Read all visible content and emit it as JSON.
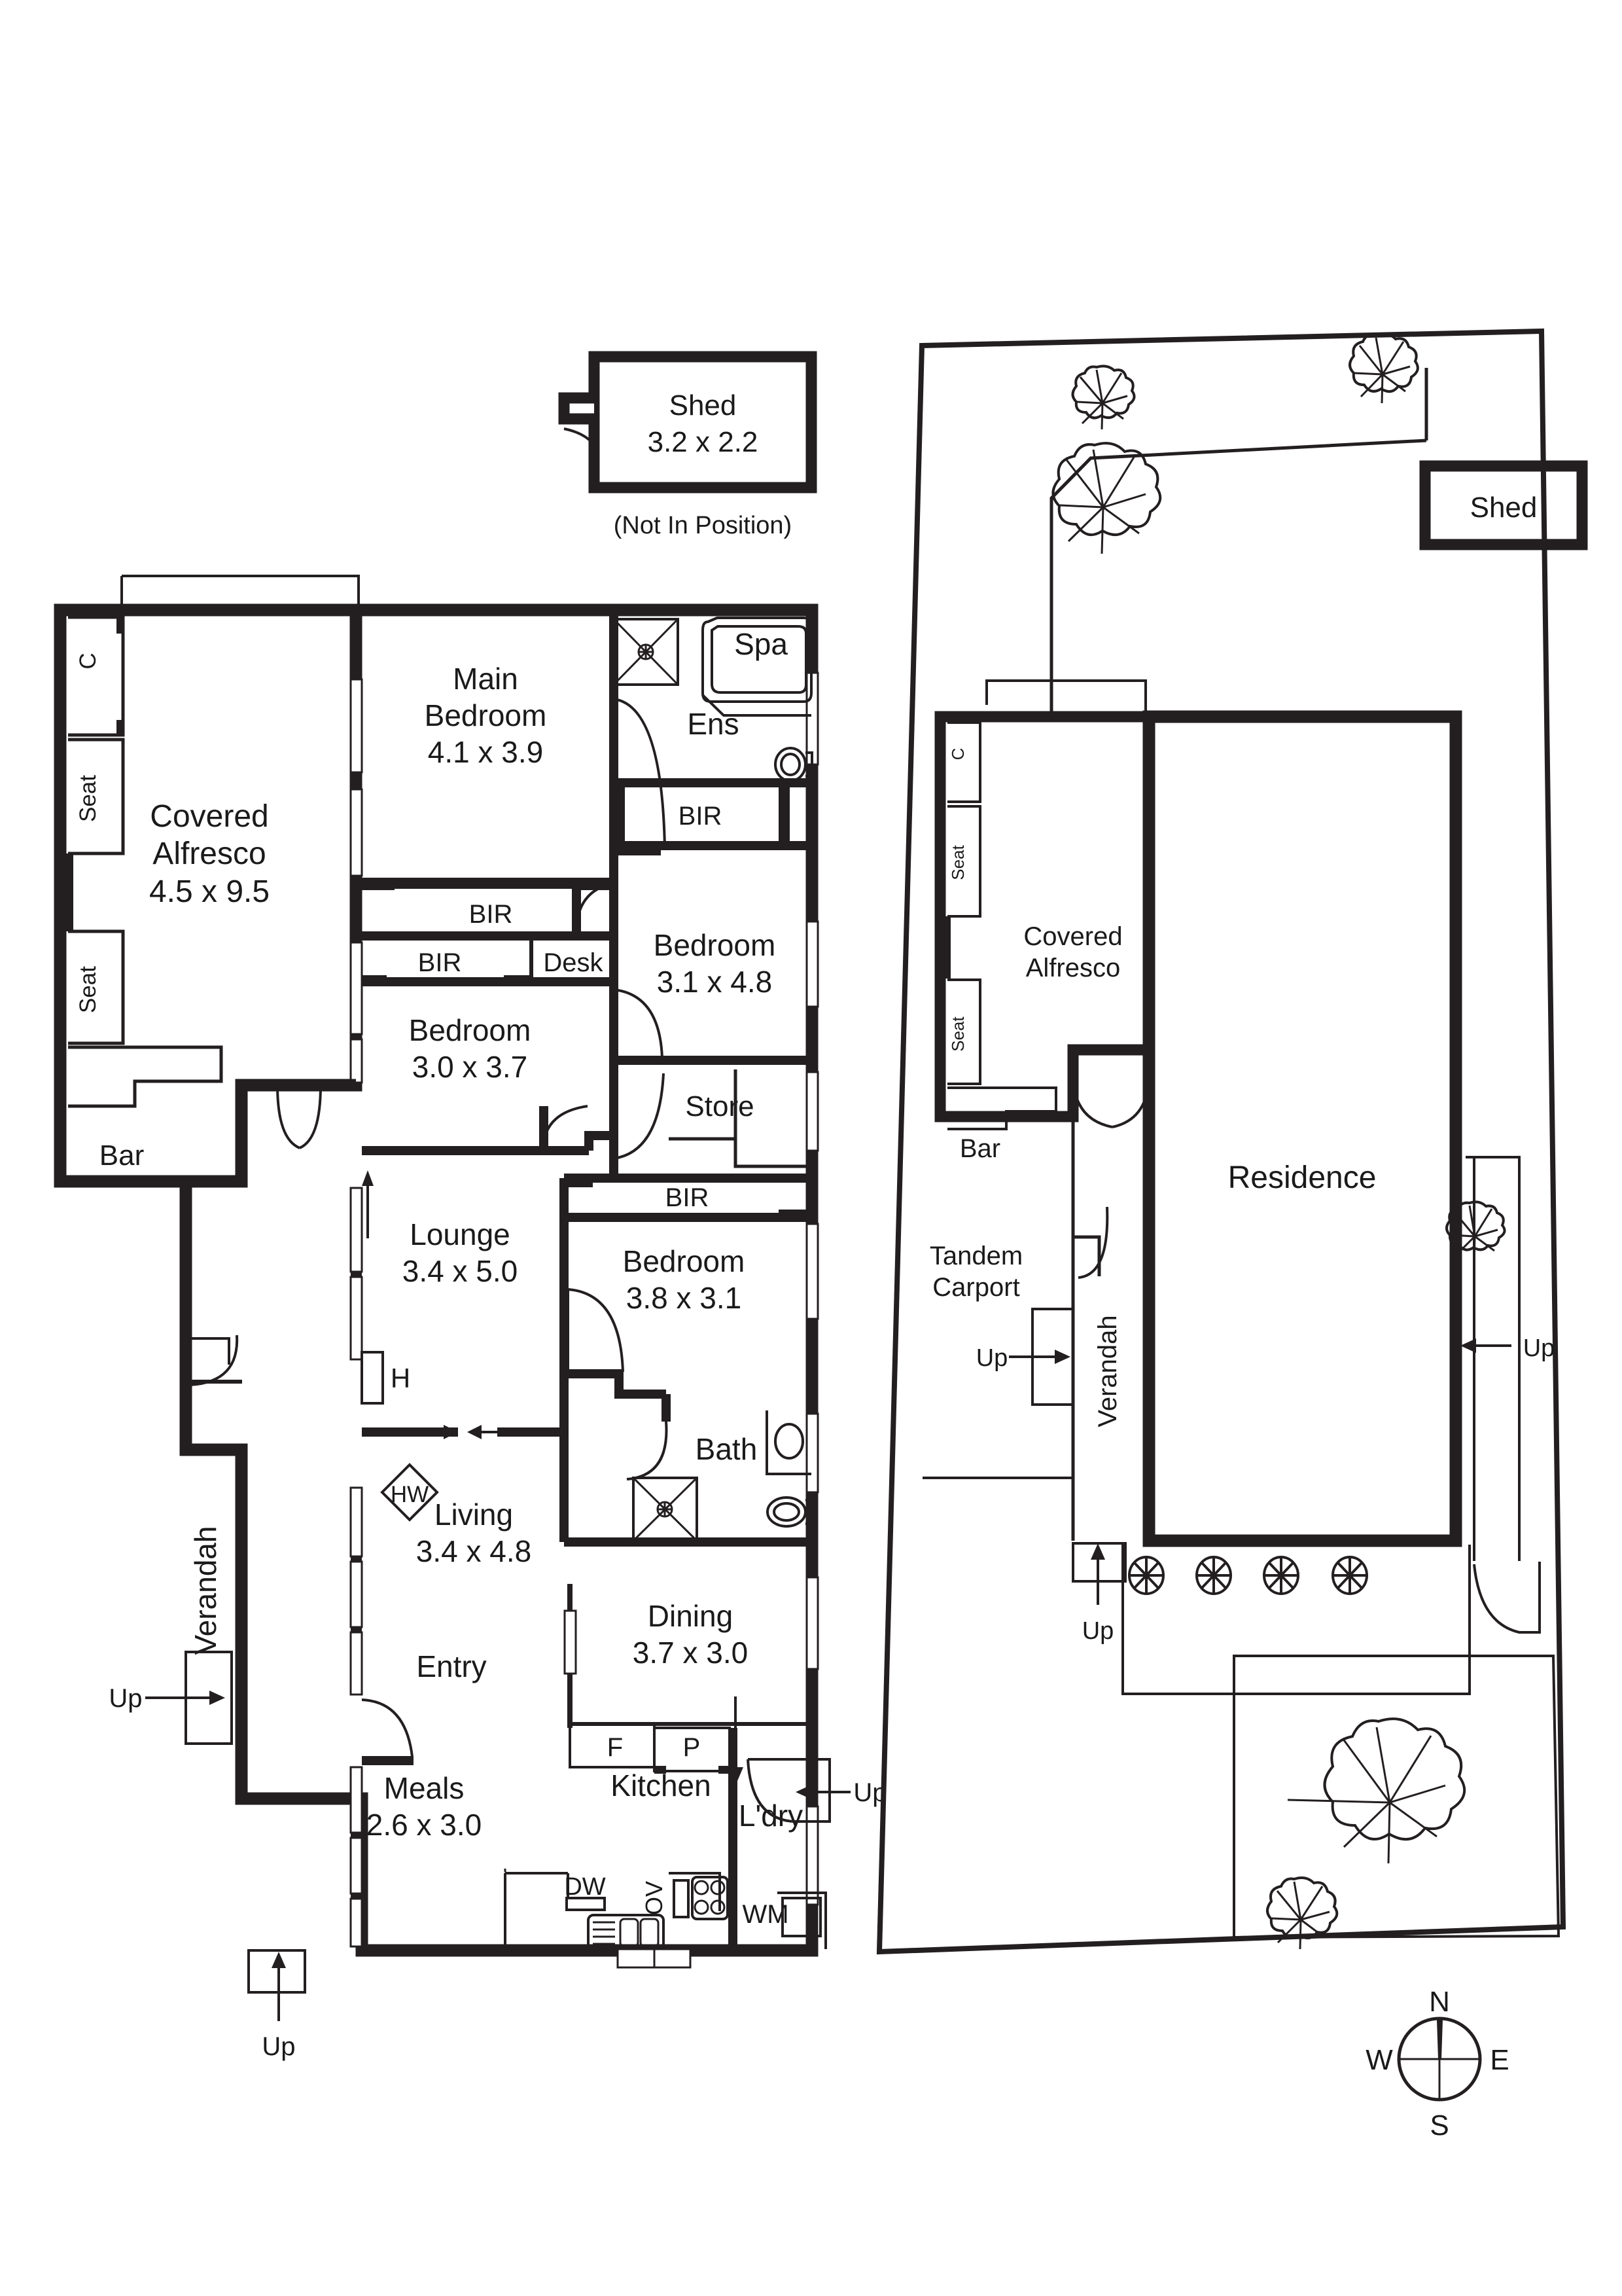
{
  "document": {
    "type": "residential-floor-plan",
    "panels": [
      "floor-plan",
      "site-plan"
    ]
  },
  "detached_shed": {
    "name": "Shed",
    "dimensions": "3.2 x 2.2",
    "note": "(Not In Position)"
  },
  "floor_plan": {
    "rooms": [
      {
        "key": "covered_alfresco",
        "name": "Covered Alfresco",
        "dimensions": "4.5 x 9.5"
      },
      {
        "key": "main_bedroom",
        "name": "Main Bedroom",
        "dimensions": "4.1 x 3.9"
      },
      {
        "key": "ensuite",
        "name": "Ens",
        "dimensions": ""
      },
      {
        "key": "spa",
        "name": "Spa",
        "dimensions": ""
      },
      {
        "key": "bedroom_2",
        "name": "Bedroom",
        "dimensions": "3.1 x 4.8"
      },
      {
        "key": "bedroom_3",
        "name": "Bedroom",
        "dimensions": "3.0 x 3.7"
      },
      {
        "key": "bedroom_4",
        "name": "Bedroom",
        "dimensions": "3.8 x 3.1"
      },
      {
        "key": "lounge",
        "name": "Lounge",
        "dimensions": "3.4 x 5.0"
      },
      {
        "key": "living",
        "name": "Living",
        "dimensions": "3.4 x 4.8"
      },
      {
        "key": "dining",
        "name": "Dining",
        "dimensions": "3.7 x 3.0"
      },
      {
        "key": "meals",
        "name": "Meals",
        "dimensions": "2.6 x 3.0"
      },
      {
        "key": "kitchen",
        "name": "Kitchen",
        "dimensions": ""
      },
      {
        "key": "bath",
        "name": "Bath",
        "dimensions": ""
      },
      {
        "key": "laundry",
        "name": "L'dry",
        "dimensions": ""
      },
      {
        "key": "store",
        "name": "Store",
        "dimensions": ""
      },
      {
        "key": "entry",
        "name": "Entry",
        "dimensions": ""
      },
      {
        "key": "verandah",
        "name": "Verandah",
        "dimensions": ""
      }
    ],
    "fixtures": {
      "cupboard": "C",
      "seat_upper": "Seat",
      "seat_lower": "Seat",
      "bar": "Bar",
      "bir_main": "BIR",
      "bir_ens": "BIR",
      "bir_bed3_upper": "BIR",
      "bir_bed3_lower": "BIR",
      "desk": "Desk",
      "bir_bed4": "BIR",
      "heater": "H",
      "hot_water": "HW",
      "fridge": "F",
      "pantry": "P",
      "dishwasher": "DW",
      "oven": "OV",
      "washing_machine": "WM"
    },
    "stairs": {
      "verandah_up": "Up",
      "meals_up": "Up",
      "laundry_up": "Up"
    }
  },
  "site_plan": {
    "labels": {
      "shed": "Shed",
      "residence": "Residence",
      "covered_alfresco": "Covered Alfresco",
      "tandem_carport": "Tandem Carport",
      "verandah": "Verandah",
      "bar": "Bar",
      "cupboard": "C",
      "seat_upper": "Seat",
      "seat_lower": "Seat"
    },
    "stairs": {
      "carport_up": "Up",
      "front_up": "Up",
      "side_up": "Up"
    },
    "trees": 8
  },
  "compass": {
    "north": "N",
    "south": "S",
    "east": "E",
    "west": "W"
  },
  "colors": {
    "wall": "#231f20",
    "line": "#231f20",
    "background": "#ffffff"
  }
}
